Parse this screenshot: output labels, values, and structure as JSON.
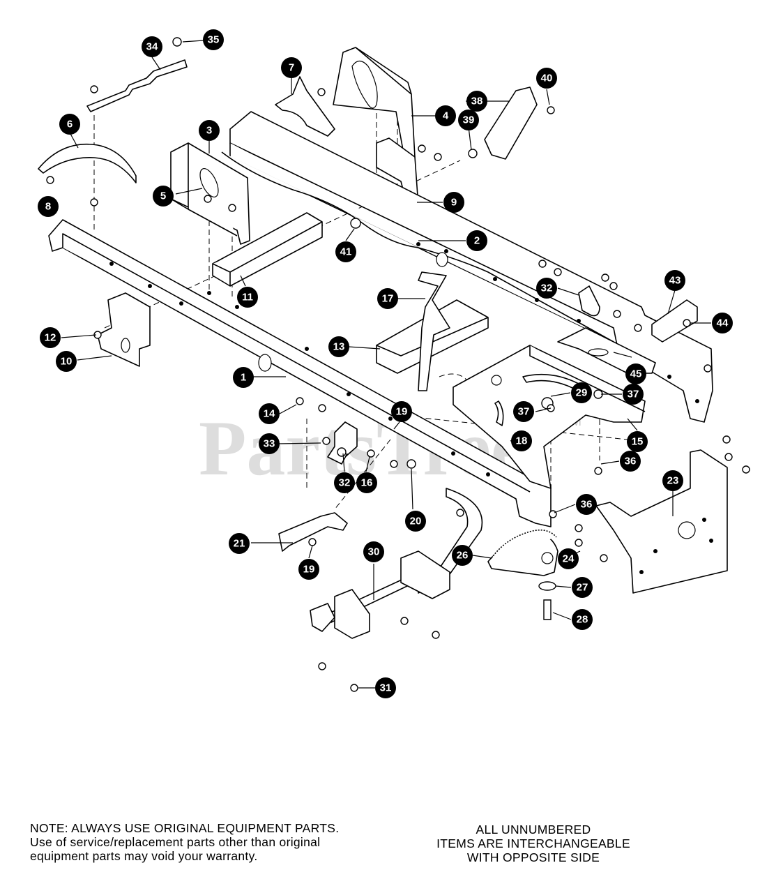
{
  "watermark": {
    "text": "PartsTree",
    "tm": "TM"
  },
  "callouts": [
    "1",
    "2",
    "3",
    "4",
    "5",
    "6",
    "7",
    "8",
    "9",
    "10",
    "11",
    "12",
    "13",
    "14",
    "15",
    "16",
    "17",
    "18",
    "19",
    "19",
    "20",
    "21",
    "23",
    "24",
    "26",
    "27",
    "28",
    "29",
    "30",
    "31",
    "32",
    "32",
    "33",
    "34",
    "35",
    "36",
    "36",
    "37",
    "37",
    "38",
    "39",
    "40",
    "41",
    "43",
    "44",
    "45"
  ],
  "notes": {
    "left_lines": [
      "NOTE: ALWAYS USE ORIGINAL EQUIPMENT PARTS.",
      "Use of service/replacement parts other than original",
      "equipment parts may void your warranty."
    ],
    "right_lines": [
      "ALL UNNUMBERED",
      "ITEMS ARE INTERCHANGEABLE",
      "WITH OPPOSITE SIDE"
    ]
  },
  "colors": {
    "ink": "#000000",
    "background": "#ffffff"
  }
}
